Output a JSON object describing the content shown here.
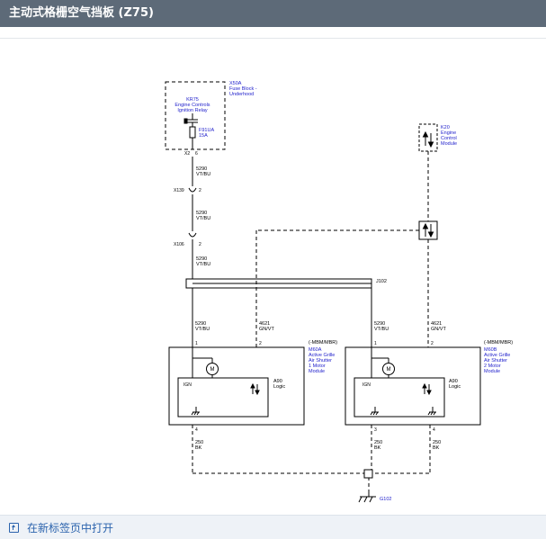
{
  "header": {
    "title": "主动式格栅空气挡板 (Z75)"
  },
  "footer": {
    "open_new_tab": "在新标签页中打开"
  },
  "diagram": {
    "fuse_block_code": "X50A",
    "fuse_block_name_1": "Fuse Block -",
    "fuse_block_name_2": "Underhood",
    "relay_code": "KR75",
    "relay_name_1": "Engine Controls",
    "relay_name_2": "Ignition Relay",
    "fuse_code": "F91UA",
    "fuse_rating": "15A",
    "fuse_conn_1": "X2",
    "fuse_conn_2": "6",
    "ecm_code": "K20",
    "ecm_name_1": "Engine",
    "ecm_name_2": "Control",
    "ecm_name_3": "Module",
    "wire_circuit_1": "5290",
    "wire_color_1": "VT/BU",
    "wire_circuit_2": "5290",
    "wire_color_2": "VT/BU",
    "wire_circuit_3": "5290",
    "wire_color_3": "VT/BU",
    "x139": "X139",
    "x139_pin": "2",
    "x106": "X106",
    "x106_pin": "2",
    "splice": "J102",
    "m1_circuit_a": "5290",
    "m1_color_a": "VT/BU",
    "m1_circuit_b": "4621",
    "m1_color_b": "GN/VT",
    "m1_pin_1": "1",
    "m1_pin_2": "2",
    "m1_variant": "(-MBM/MBR)",
    "m1_code": "M60A",
    "m1_name_1": "Active Grille",
    "m1_name_2": "Air Shutter",
    "m1_name_3": "1 Motor",
    "m1_name_4": "Module",
    "m1_ign": "IGN",
    "m1_logic_code": "A90",
    "m1_logic": "Logic",
    "m1_pin_4": "4",
    "m1_gnd_circuit": "250",
    "m1_gnd_color": "BK",
    "m2_circuit_a": "5290",
    "m2_color_a": "VT/BU",
    "m2_circuit_b": "4621",
    "m2_color_b": "GN/VT",
    "m2_pin_1": "1",
    "m2_pin_2": "2",
    "m2_variant": "(-MBM/MBR)",
    "m2_code": "M60B",
    "m2_name_1": "Active Grille",
    "m2_name_2": "Air Shutter",
    "m2_name_3": "2 Motor",
    "m2_name_4": "Module",
    "m2_ign": "IGN",
    "m2_logic_code": "A90",
    "m2_logic": "Logic",
    "m2_pin_3": "3",
    "m2_pin_4": "4",
    "m2_gnd_circuit_a": "250",
    "m2_gnd_color_a": "BK",
    "m2_gnd_circuit_b": "250",
    "m2_gnd_color_b": "BK",
    "ground": "G102",
    "motor_symbol": "M",
    "colors": {
      "component_label": "#2222cc",
      "wire": "#000000",
      "title_bar": "#5d6a78",
      "link": "#2b63ad"
    }
  }
}
